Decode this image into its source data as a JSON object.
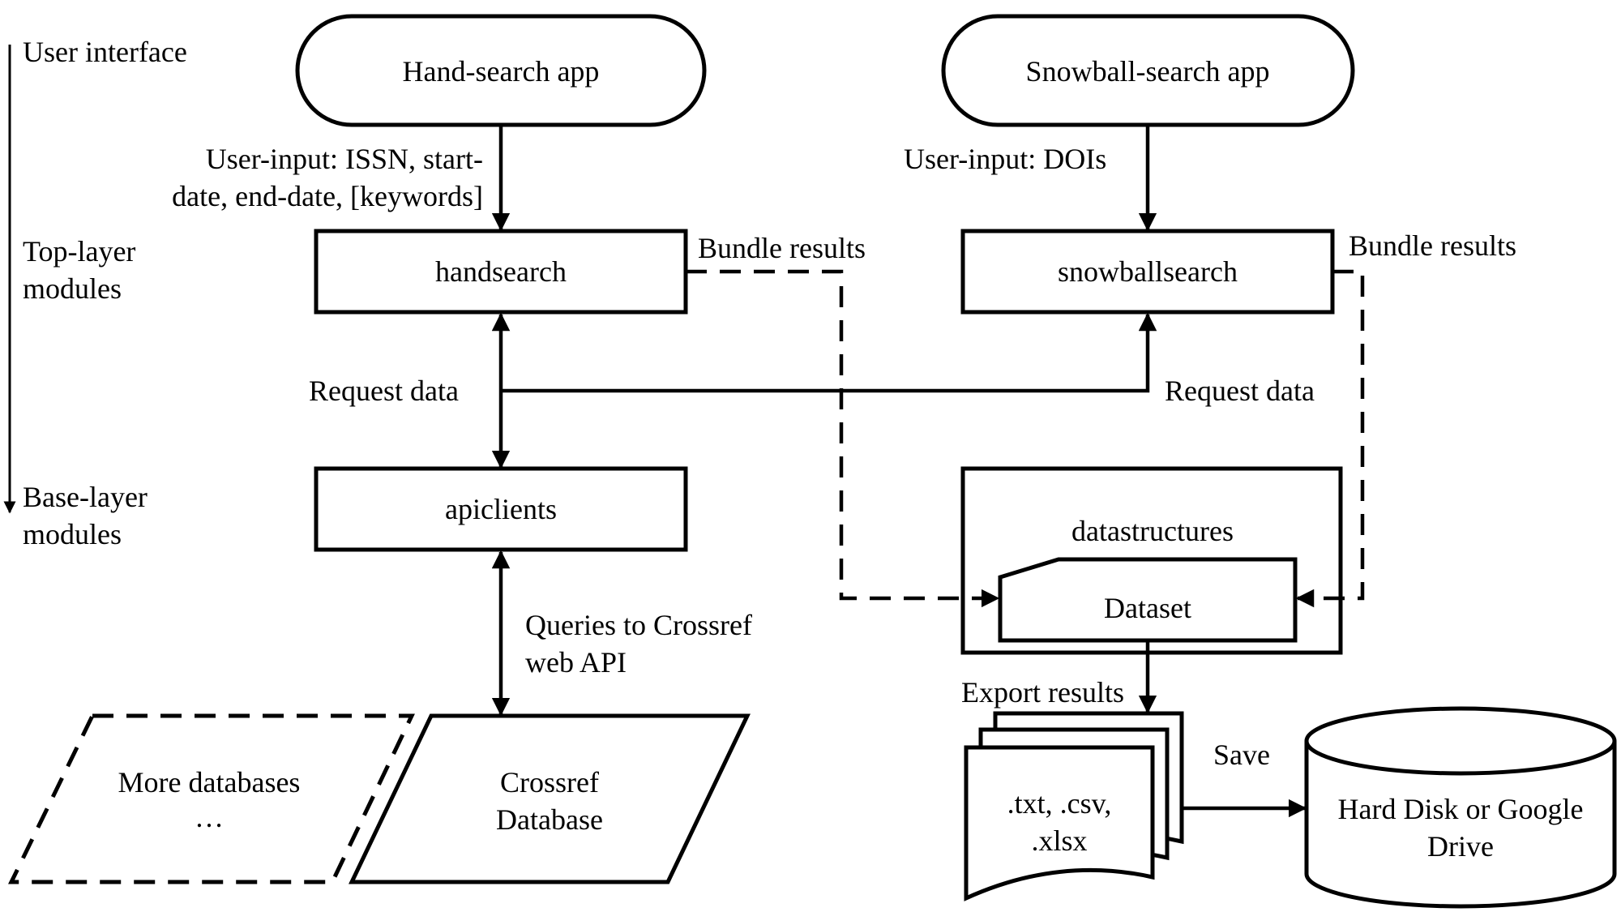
{
  "legend": {
    "user_interface": "User interface",
    "top_layer_1": "Top-layer",
    "top_layer_2": "modules",
    "base_layer_1": "Base-layer",
    "base_layer_2": "modules"
  },
  "nodes": {
    "hand_search_app": "Hand-search app",
    "snowball_search_app": "Snowball-search app",
    "handsearch": "handsearch",
    "snowballsearch": "snowballsearch",
    "apiclients": "apiclients",
    "datastructures": "datastructures",
    "dataset": "Dataset",
    "more_databases_1": "More databases",
    "more_databases_2": "…",
    "crossref_db_1": "Crossref",
    "crossref_db_2": "Database",
    "files_1": ".txt, .csv,",
    "files_2": ".xlsx",
    "storage_1": "Hard Disk or Google",
    "storage_2": "Drive"
  },
  "edges": {
    "hand_input_1": "User-input: ISSN, start-",
    "hand_input_2": "date, end-date, [keywords]",
    "snowball_input": "User-input: DOIs",
    "bundle_results_left": "Bundle results",
    "bundle_results_right": "Bundle results",
    "request_data_left": "Request data",
    "request_data_right": "Request data",
    "queries_1": "Queries to Crossref",
    "queries_2": "web API",
    "export_results": "Export results",
    "save": "Save"
  }
}
